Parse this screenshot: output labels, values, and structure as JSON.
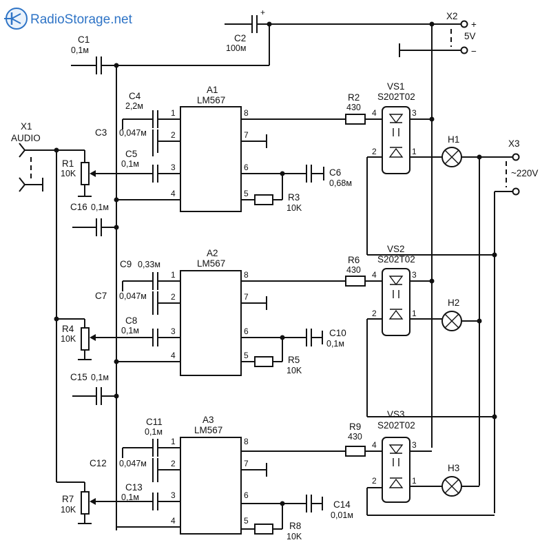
{
  "header": {
    "brand": "RadioStorage.net"
  },
  "power": {
    "x2": "X2",
    "plus": "+",
    "minus": "−",
    "voltage": "5V",
    "c2_plus": "+"
  },
  "audio": {
    "x1": "X1",
    "x1_name": "AUDIO"
  },
  "mains": {
    "x3": "X3",
    "voltage": "~220V"
  },
  "chips": [
    {
      "ref": "A1",
      "part": "LM567"
    },
    {
      "ref": "A2",
      "part": "LM567"
    },
    {
      "ref": "A3",
      "part": "LM567"
    }
  ],
  "triacs": [
    {
      "ref": "VS1",
      "part": "S202T02"
    },
    {
      "ref": "VS2",
      "part": "S202T02"
    },
    {
      "ref": "VS3",
      "part": "S202T02"
    }
  ],
  "lamps": [
    "H1",
    "H2",
    "H3"
  ],
  "pins": [
    "1",
    "2",
    "3",
    "4",
    "5",
    "6",
    "7",
    "8"
  ],
  "components": {
    "C1": {
      "ref": "C1",
      "value": "0,1м"
    },
    "C2": {
      "ref": "C2",
      "value": "100м"
    },
    "C3": {
      "ref": "C3"
    },
    "C4": {
      "ref": "C4",
      "value": "2,2м"
    },
    "C3C7C12_value": "0,047м",
    "C5": {
      "ref": "C5",
      "value": "0,1м"
    },
    "C6": {
      "ref": "C6",
      "value": "0,68м"
    },
    "C7": {
      "ref": "C7"
    },
    "C8": {
      "ref": "C8",
      "value": "0,1м"
    },
    "C9": {
      "ref": "C9",
      "value": "0,33м"
    },
    "C10": {
      "ref": "C10",
      "value": "0,1м"
    },
    "C11": {
      "ref": "C11",
      "value": "0,1м"
    },
    "C12": {
      "ref": "C12"
    },
    "C13": {
      "ref": "C13",
      "value": "0,1м"
    },
    "C14": {
      "ref": "C14",
      "value": "0,01м"
    },
    "C15": {
      "ref": "C15",
      "value": "0,1м"
    },
    "C16": {
      "ref": "C16",
      "value": "0,1м"
    },
    "R1": {
      "ref": "R1",
      "value": "10K"
    },
    "R2": {
      "ref": "R2",
      "value": "430"
    },
    "R3": {
      "ref": "R3",
      "value": "10K"
    },
    "R4": {
      "ref": "R4",
      "value": "10K"
    },
    "R5": {
      "ref": "R5",
      "value": "10K"
    },
    "R6": {
      "ref": "R6",
      "value": "430"
    },
    "R7": {
      "ref": "R7",
      "value": "10K"
    },
    "R8": {
      "ref": "R8",
      "value": "10K"
    },
    "R9": {
      "ref": "R9",
      "value": "430"
    }
  }
}
